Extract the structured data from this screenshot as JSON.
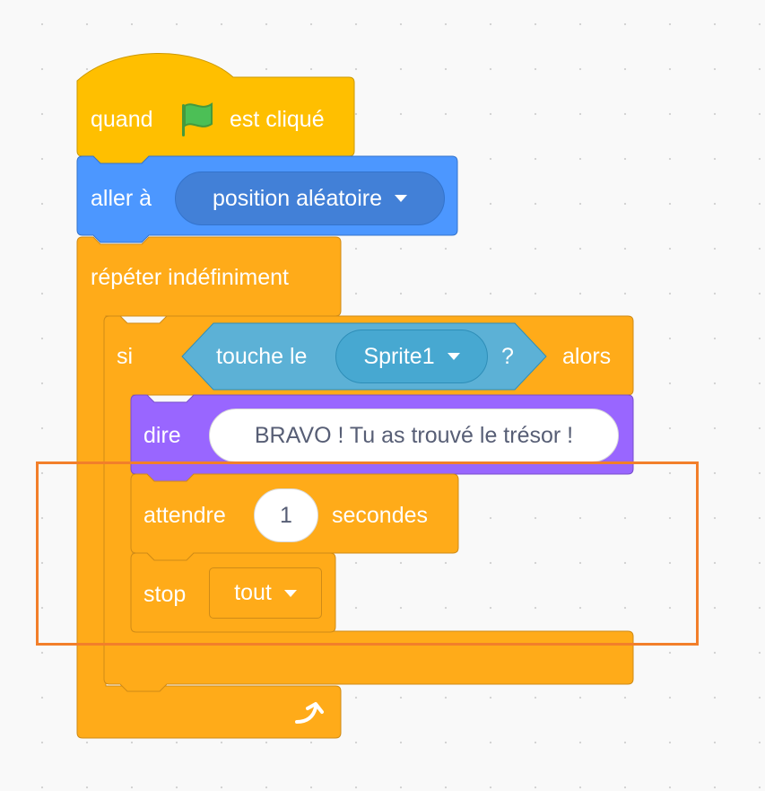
{
  "script": {
    "event_block": {
      "label_before": "quand",
      "label_after": "est cliqué",
      "flag_icon": "green-flag-icon"
    },
    "goto_block": {
      "label": "aller à",
      "dropdown_value": "position aléatoire"
    },
    "forever_block": {
      "label": "répéter indéfiniment",
      "loop_icon": "loop-arrow-icon"
    },
    "if_block": {
      "label": "si",
      "label_end": "alors"
    },
    "touching_block": {
      "label": "touche le",
      "dropdown_value": "Sprite1",
      "question": "?"
    },
    "say_block": {
      "label": "dire",
      "input_value": "BRAVO ! Tu as trouvé le trésor !"
    },
    "wait_block": {
      "label": "attendre",
      "input_value": "1",
      "unit": "secondes"
    },
    "stop_block": {
      "label": "stop",
      "dropdown_value": "tout"
    }
  },
  "colors": {
    "events": "#ffbf00",
    "events_border": "#cc9900",
    "control": "#ffab19",
    "control_border": "#cf8b17",
    "motion": "#4c97ff",
    "motion_border": "#3373cc",
    "sensing": "#5cb1d6",
    "sensing_border": "#2e8eb8",
    "looks": "#9966ff",
    "looks_border": "#774dcb",
    "highlight": "#f27f2a"
  }
}
